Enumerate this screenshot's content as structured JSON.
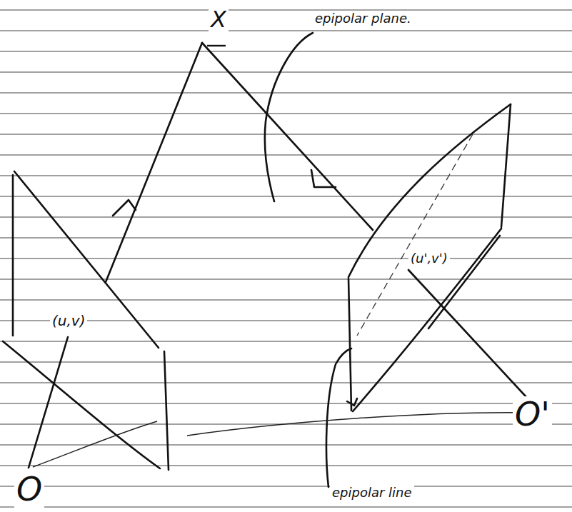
{
  "diagram": {
    "labels": [
      "X",
      "epipolar plane.",
      "(u,v)",
      "(u',v')",
      "epipolar line",
      "O",
      "O'"
    ]
  }
}
